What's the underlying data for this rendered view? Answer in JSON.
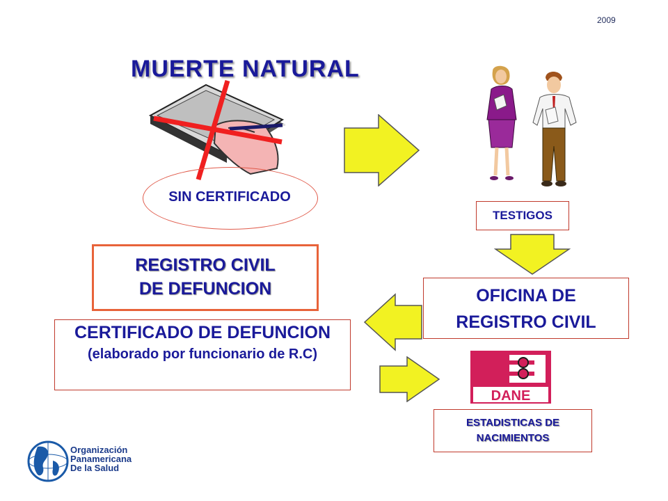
{
  "header": {
    "year": "2009"
  },
  "title": "MUERTE NATURAL",
  "sin_certificado": "SIN CERTIFICADO",
  "testigos": "TESTIGOS",
  "oficina": {
    "line1": "OFICINA DE",
    "line2": "REGISTRO CIVIL"
  },
  "registro_civil": {
    "line1": "REGISTRO CIVIL",
    "line2": "DE DEFUNCION"
  },
  "certificado": {
    "line1": "CERTIFICADO DE DEFUNCION",
    "line2": "(elaborado por funcionario de R.C)"
  },
  "dane_logo_text": "DANE",
  "estadisticas": {
    "line1": "ESTADISTICAS DE",
    "line2": "NACIMIENTOS"
  },
  "ops": {
    "line1": "Organización",
    "line2": "Panamericana",
    "line3": "De la Salud"
  },
  "icons": [
    "book-hand-icon",
    "cross-out-icon",
    "woman-witness-icon",
    "man-witness-icon",
    "arrow-right-icon",
    "arrow-down-icon",
    "arrow-left-icon",
    "dane-logo-icon",
    "globe-logo-icon"
  ],
  "colors": {
    "title": "#1a1a9a",
    "arrow": "#f2f222",
    "cross": "#f02020",
    "box_border": "#c0392b",
    "registro_border": "#e8633a",
    "dane": "#d21f5a"
  }
}
